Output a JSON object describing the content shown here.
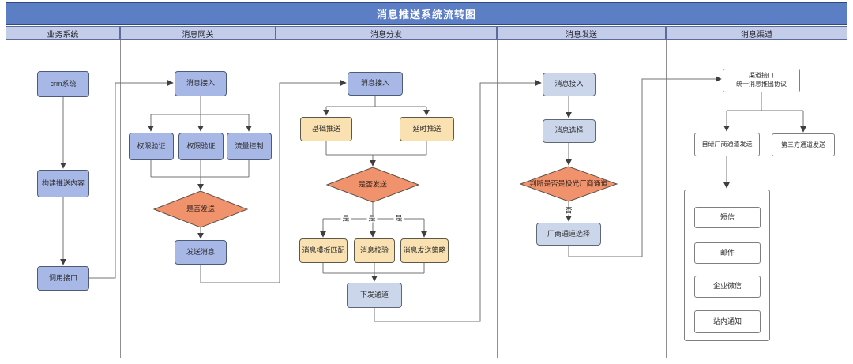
{
  "title": "消息推送系统流转图",
  "lanes": [
    {
      "label": "业务系统"
    },
    {
      "label": "消息网关"
    },
    {
      "label": "消息分发"
    },
    {
      "label": "消息发送"
    },
    {
      "label": "消息渠道"
    }
  ],
  "business": {
    "crm": "crm系统",
    "build": "构建推送内容",
    "call_api": "调用接口"
  },
  "gateway": {
    "ingest": "消息接入",
    "perm1": "权限验证",
    "perm2": "权限验证",
    "flow_control": "流量控制",
    "decision": "是否发送",
    "send": "发送消息"
  },
  "distribute": {
    "ingest": "消息接入",
    "basic": "基础推送",
    "delay": "延时推送",
    "decision": "是否发送",
    "template": "消息模板匹配",
    "check": "消息校验",
    "strategy": "消息发送策略",
    "channel_down": "下发通道"
  },
  "sending": {
    "ingest": "消息接入",
    "select": "消息选择",
    "decision": "判断是否是极光厂商通道",
    "vendor_select": "厂商通道选择"
  },
  "channel": {
    "interface_line1": "渠道接口",
    "interface_line2": "统一消息推出协议",
    "self_vendor": "自研厂商通道发送",
    "third_party": "第三方通道发送",
    "sms": "短信",
    "mail": "邮件",
    "wechat_work": "企业微信",
    "site_notice": "站内通知"
  },
  "edge_labels": {
    "yes": "是",
    "no": "否"
  },
  "colors": {
    "title_bg": "#5c7ec5",
    "header_bg": "#c3cdea",
    "node_blue": "#a7b7e6",
    "node_light": "#ccd6eb",
    "node_yellow": "#fae1b1",
    "node_white": "#ffffff",
    "decision_orange": "#f0926c",
    "connector": "#737373"
  }
}
